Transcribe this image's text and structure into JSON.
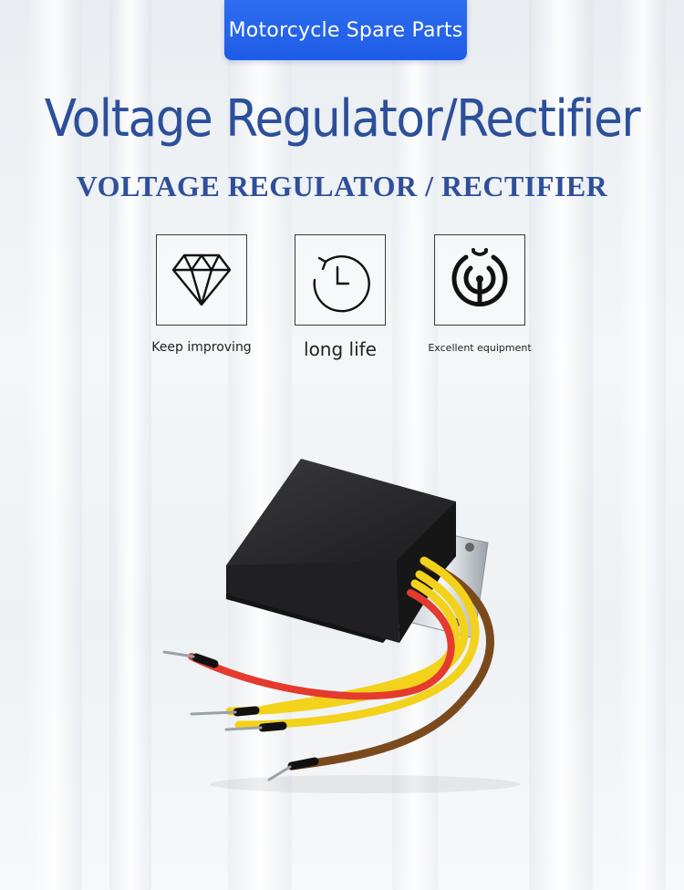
{
  "header": {
    "tag_label": "Motorcycle Spare Parts"
  },
  "title": "Voltage Regulator/Rectifier",
  "subtitle": "VOLTAGE REGULATOR / RECTIFIER",
  "features": [
    {
      "label": "Keep improving",
      "icon": "diamond-icon"
    },
    {
      "label": "long life",
      "icon": "clock-icon"
    },
    {
      "label": "Excellent equipment",
      "icon": "signal-icon"
    }
  ],
  "product": {
    "image": "voltage-regulator-rectifier",
    "wire_colors": [
      "#e53a2e",
      "#f2d21b",
      "#f2d21b",
      "#f2d21b",
      "#7a4a1e"
    ]
  },
  "colors": {
    "accent": "#2260e8",
    "title": "#2c4f9a"
  }
}
